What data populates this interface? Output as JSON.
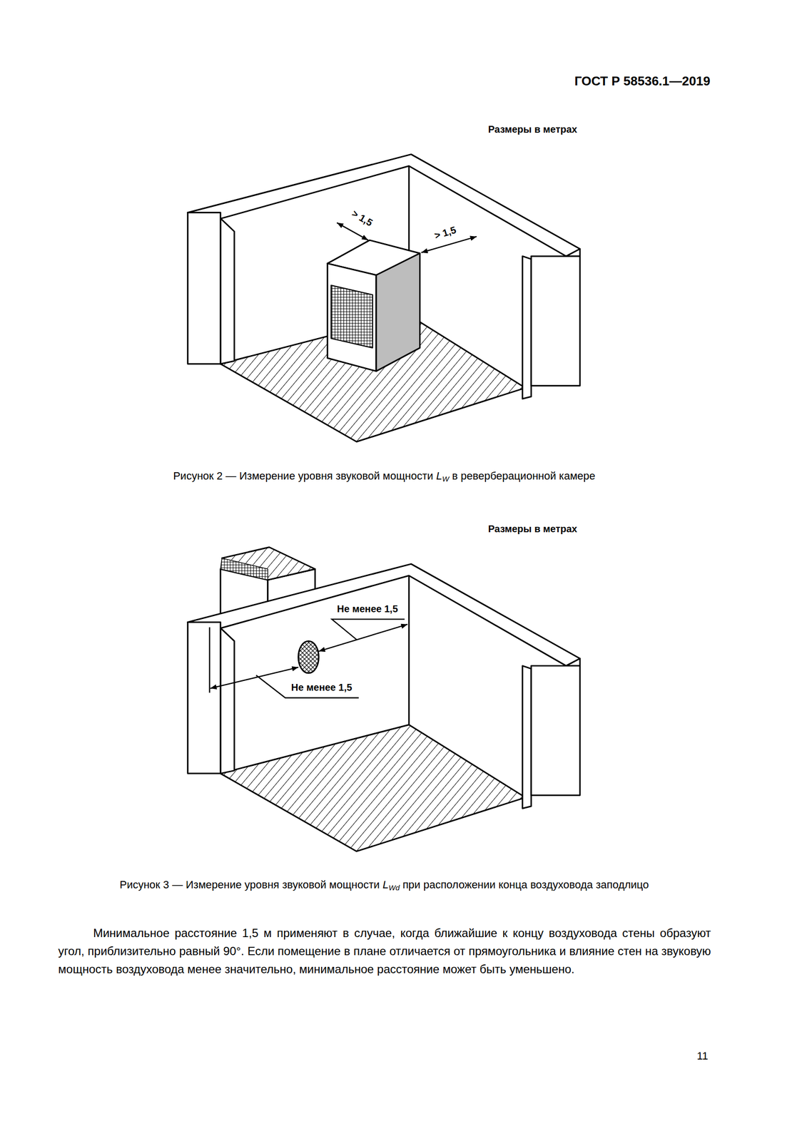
{
  "diagram": {
    "labels": [
      "ГОСТ Р 58536.1—2019",
      "Размеры в метрах",
      "> 1,5",
      "> 1,5",
      "Рисунок 2 — Измерение уровня звуковой мощности",
      "L",
      "W",
      "в реверберационной камере",
      "Размеры в метрах",
      "Не менее 1,5",
      "Не менее 1,5",
      "Рисунок 3 — Измерение уровня звуковой мощности",
      "L",
      "Wd",
      "при расположении конца воздуховода заподлицо",
      "Минимальное расстояние 1,5 м применяют в случае, когда ближайшие к концу воздуховода стены образуют угол, приблизительно равный 90°. Если помещение в плане отличается от прямоугольника и влияние стен на звуковую мощность воздуховода менее значительно, минимальное расстояние может быть уменьшено.",
      "11"
    ]
  }
}
